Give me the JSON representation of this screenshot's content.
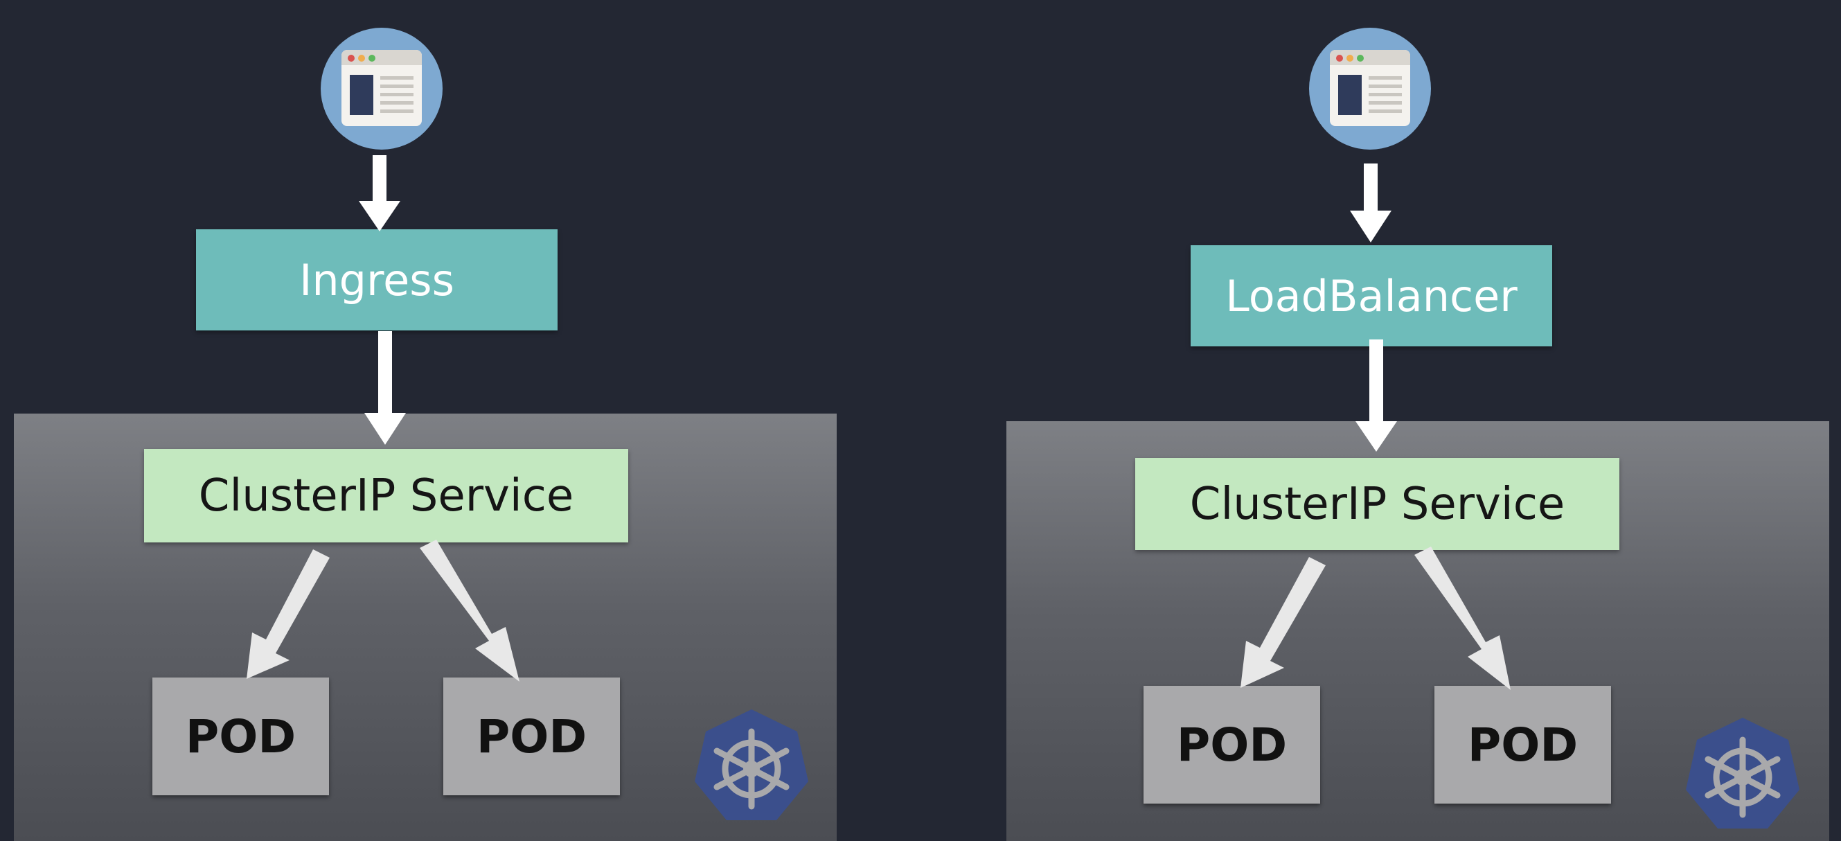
{
  "colors": {
    "background": "#232733",
    "entry_box": "#6ebcba",
    "service_box": "#c3e8c0",
    "pod_box": "#a9a9ab",
    "client_circle": "#7ea9d1",
    "k8s_logo": "#3b4f8c"
  },
  "diagrams": [
    {
      "client_icon": "browser-window-icon",
      "entry_label": "Ingress",
      "service_label": "ClusterIP Service",
      "pods": [
        "POD",
        "POD"
      ],
      "cluster_icon": "kubernetes-helm-icon"
    },
    {
      "client_icon": "browser-window-icon",
      "entry_label": "LoadBalancer",
      "service_label": "ClusterIP Service",
      "pods": [
        "POD",
        "POD"
      ],
      "cluster_icon": "kubernetes-helm-icon"
    }
  ]
}
